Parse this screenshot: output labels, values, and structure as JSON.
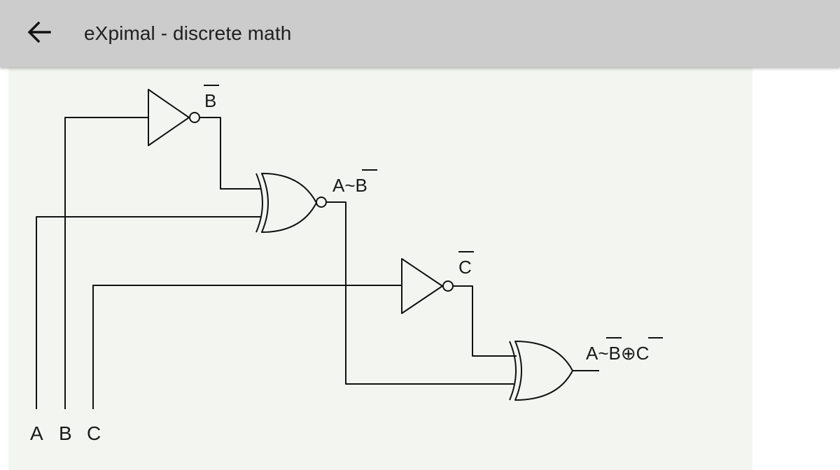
{
  "app_bar": {
    "title": "eXpimal - discrete math",
    "back_icon": "arrow-left-icon"
  },
  "diagram": {
    "background": "#f3f6f0",
    "inputs": [
      "A",
      "B",
      "C"
    ],
    "labels": {
      "not_b": "B",
      "xnor_ab": "A~B",
      "not_c": "C",
      "output": "A~B⊕C"
    }
  }
}
